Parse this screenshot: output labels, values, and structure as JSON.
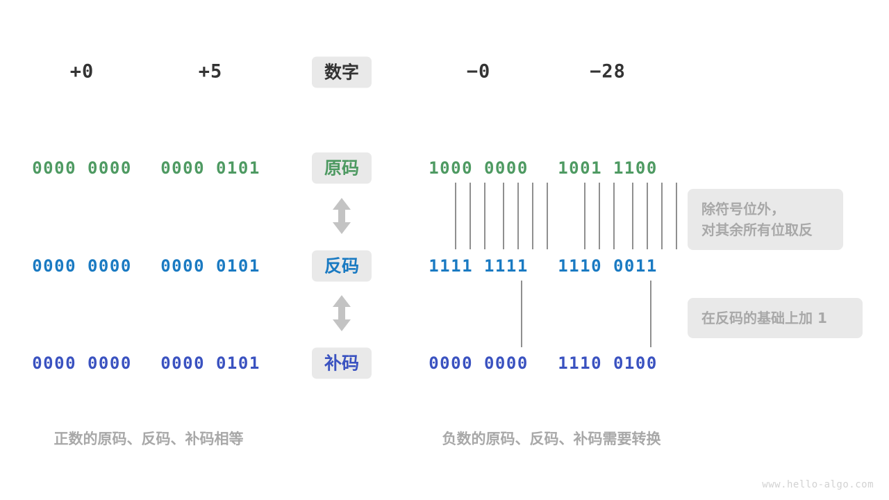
{
  "figure": {
    "title_watermark": "www.hello-algo.com",
    "colors": {
      "sign_magnitude": "#4e9a62",
      "ones_complement": "#1a7ac2",
      "twos_complement": "#3a52c0",
      "pill_bg": "#e9e9e9",
      "muted_text": "#a8a8a8",
      "connector": "#8f8f8f",
      "header_text": "#333333"
    }
  },
  "columns": {
    "row_label_header": "数字",
    "positive": [
      {
        "header": "+0",
        "sign_magnitude": "0000 0000",
        "ones_complement": "0000 0000",
        "twos_complement": "0000 0000"
      },
      {
        "header": "+5",
        "sign_magnitude": "0000 0101",
        "ones_complement": "0000 0101",
        "twos_complement": "0000 0101"
      }
    ],
    "negative": [
      {
        "header": "−0",
        "sign_magnitude": "1000 0000",
        "ones_complement": "1111 1111",
        "twos_complement": "0000 0000"
      },
      {
        "header": "−28",
        "sign_magnitude": "1001 1100",
        "ones_complement": "1110 0011",
        "twos_complement": "1110 0100"
      }
    ]
  },
  "row_labels": {
    "sign_magnitude": "原码",
    "ones_complement": "反码",
    "twos_complement": "补码"
  },
  "notes": {
    "invert": "除符号位外，\n对其余所有位取反",
    "add_one": "在反码的基础上加 1"
  },
  "captions": {
    "positive": "正数的原码、反码、补码相等",
    "negative": "负数的原码、反码、补码需要转换"
  },
  "arrows": {
    "sm_to_oc": "double-headed-vertical-arrow",
    "oc_to_tc": "double-headed-vertical-arrow"
  }
}
